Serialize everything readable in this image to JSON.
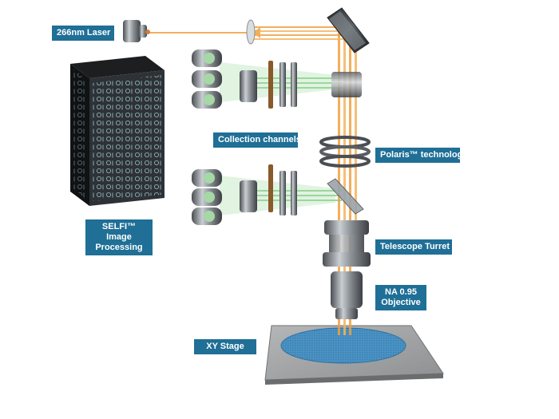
{
  "labels": {
    "laser": "266nm Laser",
    "collection": "Collection channels",
    "polaris": "Polaris™ technology",
    "selfi": "SELFI™ Image Processing",
    "turret": "Telescope Turret",
    "objective": "NA 0.95 Objective",
    "stage": "XY Stage"
  },
  "colors": {
    "label_bg": "#1f6f96",
    "beam_orange": "#f0a040",
    "beam_green": "#8fd08f",
    "wafer_blue": "#4b93c4"
  },
  "icons": {
    "laser": "laser-emitter-icon",
    "processor": "processing-tower-icon",
    "detector": "detector-array-icon"
  }
}
